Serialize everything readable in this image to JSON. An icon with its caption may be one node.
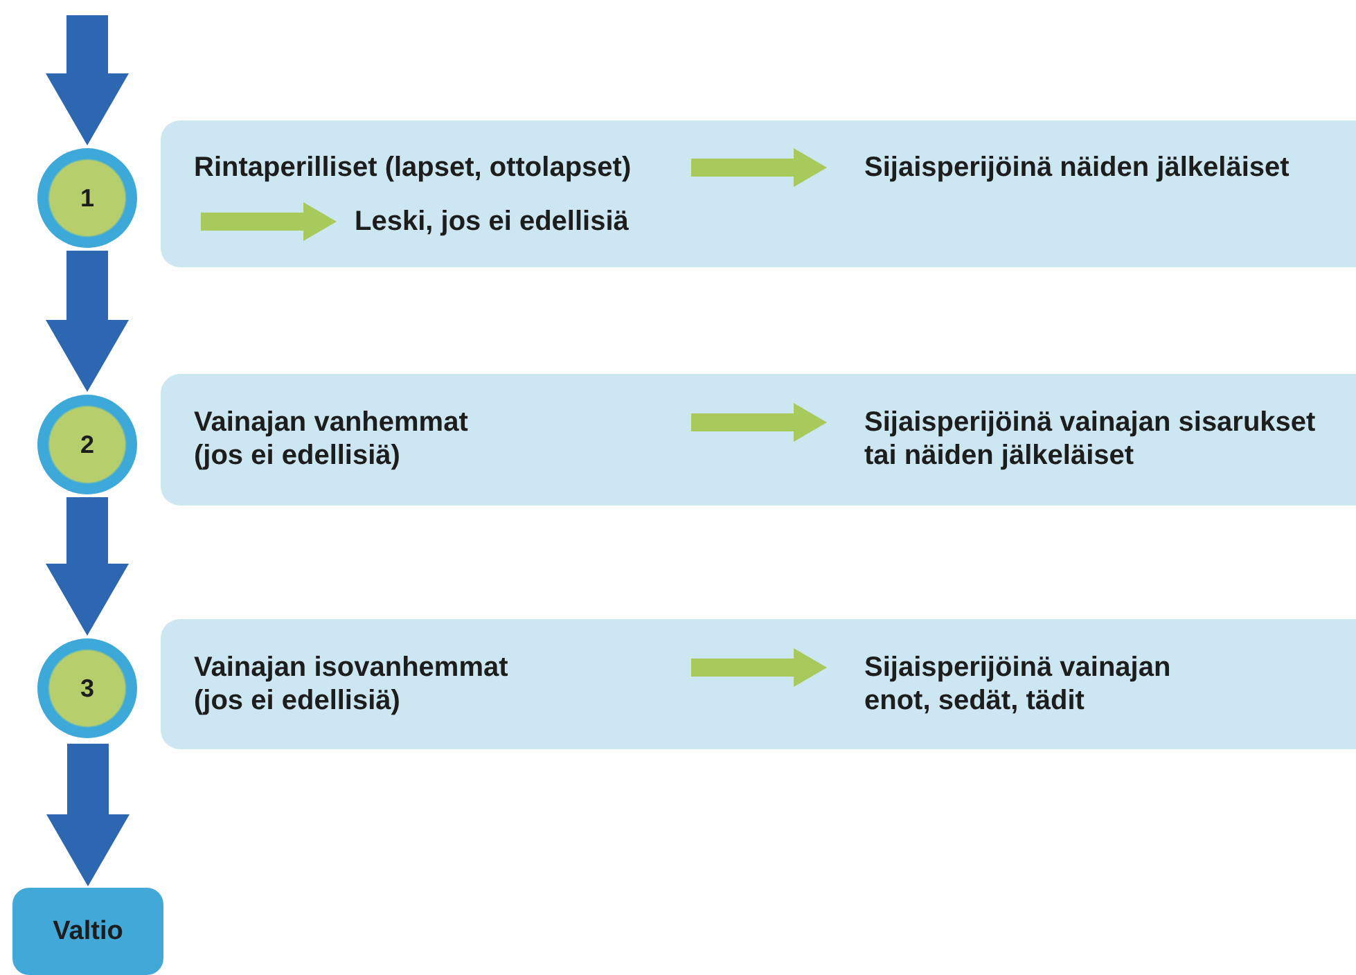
{
  "diagram": {
    "nodes": [
      {
        "text": [
          "1"
        ]
      },
      {
        "text": [],
        "shape": "box"
      },
      {
        "text": [
          "Rintaperilliset (lapset, ottolapset)"
        ],
        "in": 1
      },
      {
        "text": [
          "Sijaisperijöinä näiden jälkeläiset"
        ],
        "in": 1
      },
      {
        "text": [
          "Leski, jos ei edellisiä"
        ],
        "in": 1
      },
      {
        "text": [
          "2"
        ]
      },
      {
        "text": [],
        "shape": "box"
      },
      {
        "text": [
          "Vainajan vanhemmat (jos ei edellisiä)"
        ],
        "in": 6
      },
      {
        "text": [
          "Sijaisperijöinä vainajan sisarukset tai näiden jälkeläiset"
        ],
        "in": 6
      },
      {
        "text": [
          "3"
        ]
      },
      {
        "text": [],
        "shape": "box"
      },
      {
        "text": [
          "Vainajan isovanhemmat (jos ei edellisiä)"
        ],
        "in": 10
      },
      {
        "text": [
          "Sijaisperijöinä vainajan enot, sedät, tädit"
        ],
        "in": 10
      },
      {
        "text": [
          "Valtio"
        ]
      }
    ],
    "edges": [
      {
        "from": null,
        "to": 0,
        "arrow": "to",
        "style": "thick",
        "color": "#2e67b1"
      },
      {
        "from": 0,
        "to": 5,
        "arrow": "to",
        "style": "thick",
        "color": "#2e67b1"
      },
      {
        "from": 5,
        "to": 9,
        "arrow": "to",
        "style": "thick",
        "color": "#2e67b1"
      },
      {
        "from": 9,
        "to": 13,
        "arrow": "to",
        "style": "thick",
        "color": "#2e67b1"
      },
      {
        "from": 2,
        "to": 3,
        "arrow": "to",
        "color": "#a8c95c"
      },
      {
        "from": null,
        "to": 4,
        "arrow": "to",
        "color": "#a8c95c"
      },
      {
        "from": null,
        "to": 8,
        "arrow": "to",
        "color": "#a8c95c"
      },
      {
        "from": null,
        "to": 12,
        "arrow": "to",
        "color": "#a8c95c"
      }
    ]
  }
}
